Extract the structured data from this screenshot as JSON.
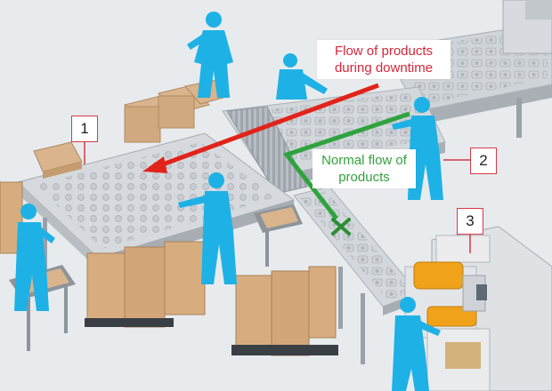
{
  "labels": {
    "downtime_flow": "Flow of products during downtime",
    "normal_flow": "Normal flow of products"
  },
  "markers": [
    "1",
    "2",
    "3"
  ],
  "colors": {
    "downtime_arrow": "#e2231a",
    "normal_arrow": "#2fa33d",
    "worker": "#1eb1e6",
    "marker_border": "#d33b46",
    "machine_accent": "#f0a21b",
    "tray": "#d9b48c"
  }
}
